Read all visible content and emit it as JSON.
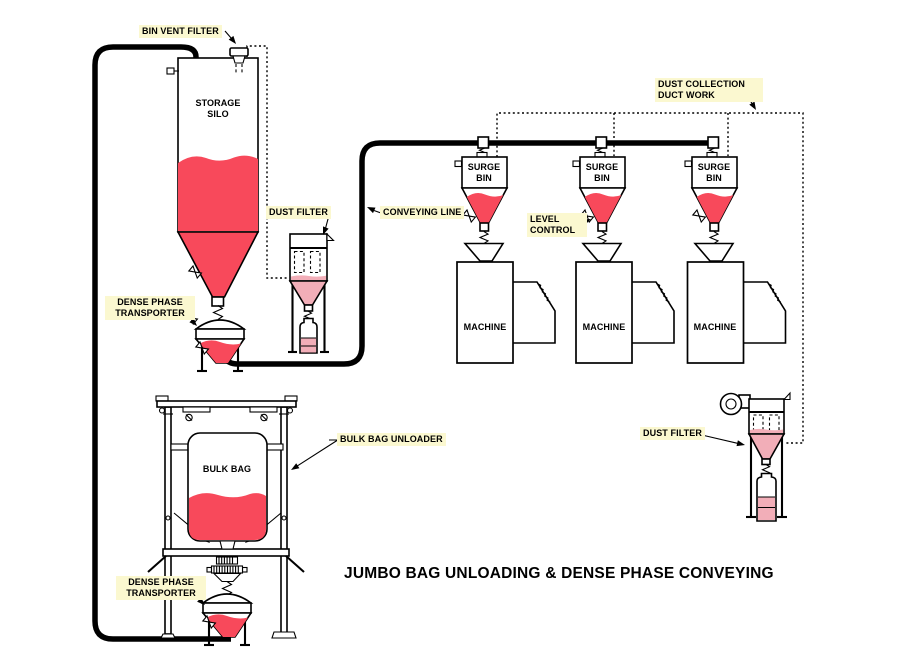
{
  "title": "JUMBO BAG UNLOADING & DENSE PHASE CONVEYING",
  "colors": {
    "material_red": "#F8495B",
    "material_pink": "#F2AEB8",
    "label_highlight": "#FBF8D0",
    "line_black": "#000000"
  },
  "equipment": {
    "storage_silo": "STORAGE SILO",
    "bulk_bag": "BULK BAG",
    "surge_bins": [
      {
        "label": "SURGE BIN"
      },
      {
        "label": "SURGE BIN"
      },
      {
        "label": "SURGE BIN"
      }
    ],
    "machines": [
      {
        "label": "MACHINE"
      },
      {
        "label": "MACHINE"
      },
      {
        "label": "MACHINE"
      }
    ]
  },
  "callouts": {
    "bin_vent_filter": "BIN VENT FILTER",
    "dust_filter_silo": "DUST FILTER",
    "conveying_line": "CONVEYING LINE",
    "dense_phase_transporter_silo": "DENSE PHASE TRANSPORTER",
    "level_control": "LEVEL CONTROL",
    "dust_collection_duct_work": "DUST COLLECTION DUCT WORK",
    "bulk_bag_unloader": "BULK BAG UNLOADER",
    "dense_phase_transporter_bag": "DENSE PHASE TRANSPORTER",
    "dust_filter_machines": "DUST FILTER"
  }
}
